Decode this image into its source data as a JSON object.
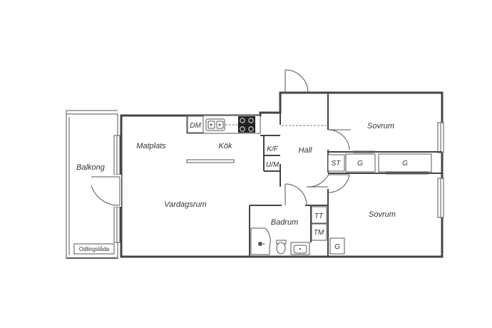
{
  "colors": {
    "wall": "#444444",
    "line": "#666666",
    "fixture": "#555555",
    "background": "#ffffff"
  },
  "rooms": {
    "balkong": "Balkong",
    "matplats": "Matplats",
    "kok": "Kök",
    "vardagsrum": "Vardagsrum",
    "hall": "Hall",
    "badrum": "Badrum",
    "sovrum_top": "Sovrum",
    "sovrum_bottom": "Sovrum"
  },
  "fixtures": {
    "dm": "DM",
    "kf": "K/F",
    "um": "U/M",
    "st": "ST",
    "g_closet_1": "G",
    "g_closet_2": "G",
    "g_closet_3": "G",
    "tt": "TT",
    "tm": "TM",
    "odlingslada": "Odlingslåda"
  }
}
